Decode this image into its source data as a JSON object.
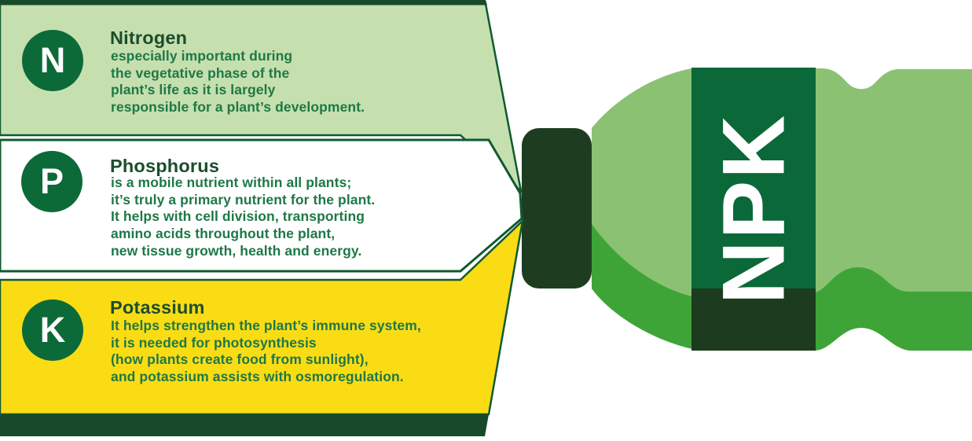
{
  "palette": {
    "panel_green": "#c6dfae",
    "panel_white": "#ffffff",
    "panel_yellow": "#fadc15",
    "border_green": "#0f5a31",
    "strip_dark_green": "#174a2b",
    "heading_green": "#1b4d2d",
    "body_text_green": "#1e7847",
    "badge_green": "#0c6a39",
    "bottle_body_green": "#8bc173",
    "bottle_shade_green": "#3ea438",
    "bottle_label_green": "#0b6838",
    "bottle_label_shade": "#1d3b1e",
    "bottle_cap_green": "#1e3d20",
    "letter_white": "#ffffff"
  },
  "sections": [
    {
      "symbol": "N",
      "title": "Nitrogen",
      "body": "especially important during\nthe vegetative phase of the\nplant’s life as it is largely\nresponsible for a plant’s development."
    },
    {
      "symbol": "P",
      "title": "Phosphorus",
      "body": "is a mobile nutrient within all plants;\nit’s truly a primary nutrient for the plant.\nIt helps with cell division, transporting\namino acids throughout the plant,\nnew tissue growth, health and energy."
    },
    {
      "symbol": "K",
      "title": "Potassium",
      "body": "It helps strengthen the plant’s immune system,\nit is needed for photosynthesis\n(how plants create food from sunlight),\nand potassium assists with osmoregulation."
    }
  ],
  "bottle": {
    "label": "NPK"
  }
}
